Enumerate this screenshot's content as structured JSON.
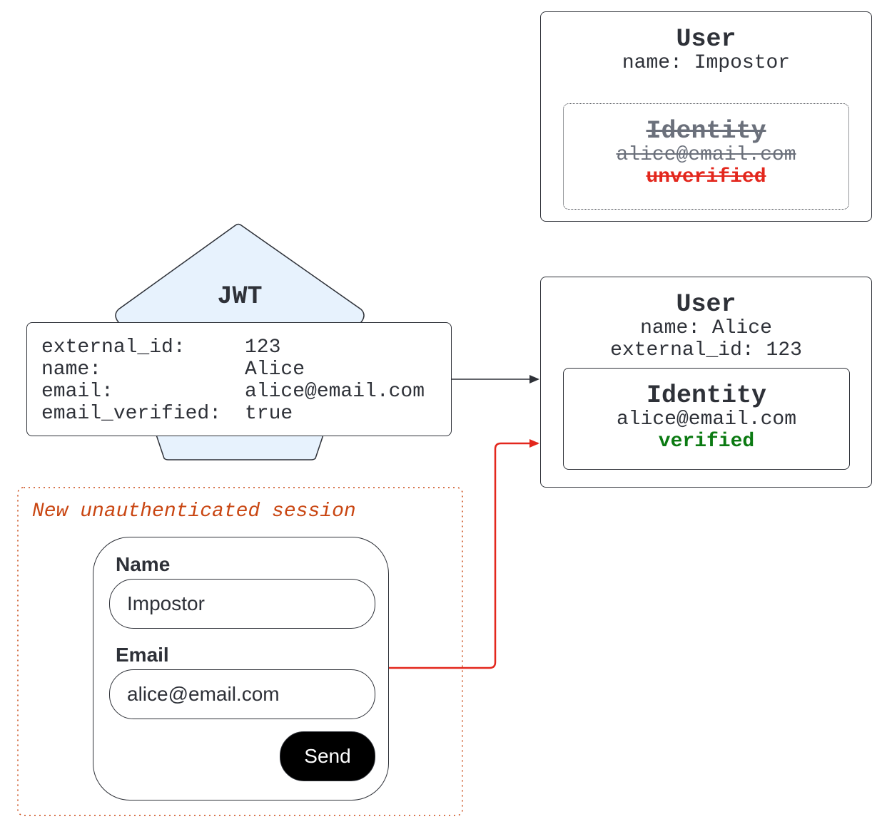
{
  "impostor_user": {
    "title": "User",
    "name_line": "name: Impostor",
    "identity": {
      "title": "Identity",
      "email": "alice@email.com",
      "status": "unverified"
    }
  },
  "jwt": {
    "title": "JWT",
    "claims": [
      {
        "key": "external_id:",
        "value": "123"
      },
      {
        "key": "name:",
        "value": "Alice"
      },
      {
        "key": "email:",
        "value": "alice@email.com"
      },
      {
        "key": "email_verified:",
        "value": "true"
      }
    ]
  },
  "alice_user": {
    "title": "User",
    "name_line": "name: Alice",
    "external_id_line": "external_id: 123",
    "identity": {
      "title": "Identity",
      "email": "alice@email.com",
      "status": "verified"
    }
  },
  "session": {
    "label": "New unauthenticated session",
    "form": {
      "name_label": "Name",
      "name_value": "Impostor",
      "email_label": "Email",
      "email_value": "alice@email.com",
      "send_label": "Send"
    }
  },
  "colors": {
    "stroke": "#2e3138",
    "jwt_fill": "#e7f2fd",
    "link_red": "#e3271d",
    "session_border": "#c94612",
    "verified_green": "#0b7a12"
  }
}
